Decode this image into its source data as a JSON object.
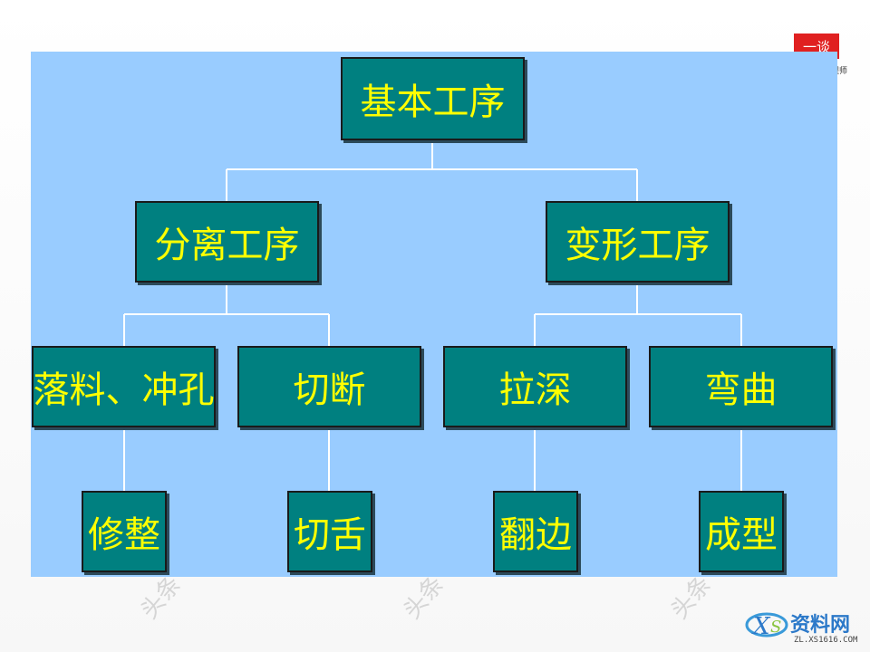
{
  "brand": {
    "logo_text": "一谈",
    "logo_subtext": "工程师",
    "watermark_text": "头条"
  },
  "site_logo": {
    "name": "资料网",
    "url": "ZL.XS1616.COM"
  },
  "diagram": {
    "root": "基本工序",
    "level1": [
      "分离工序",
      "变形工序"
    ],
    "level2": [
      "落料、冲孔",
      "切断",
      "拉深",
      "弯曲"
    ],
    "level3": [
      "修整",
      "切舌",
      "翻边",
      "成型"
    ]
  },
  "colors": {
    "panel": "#99ccff",
    "node_fill": "#008080",
    "node_text": "#ffff00",
    "connector": "#ffffff"
  }
}
